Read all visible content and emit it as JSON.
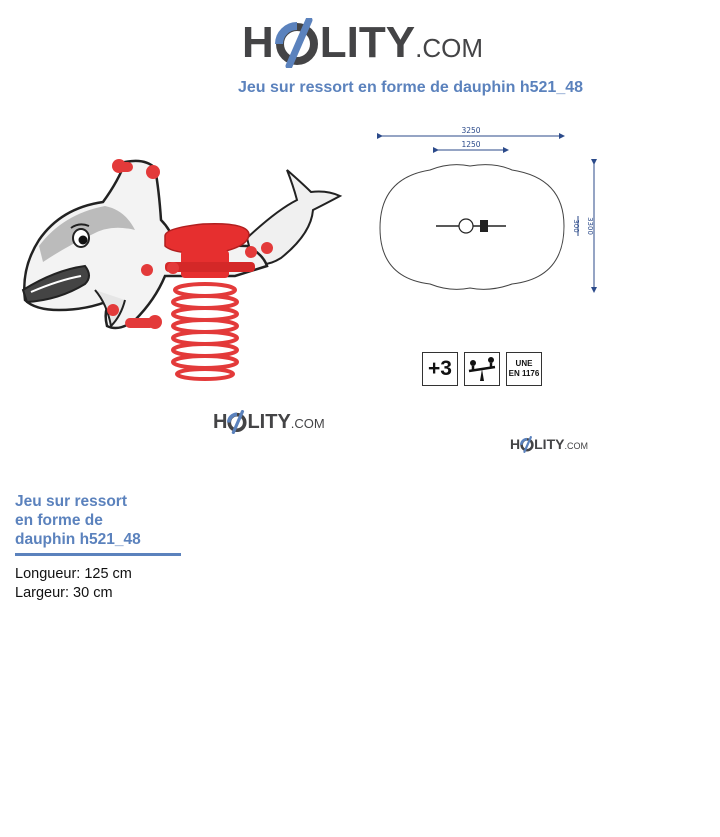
{
  "header": {
    "logo_left": "H",
    "logo_right": "LITY",
    "logo_tld": ".COM",
    "title": "Jeu sur ressort en forme de dauphin h521_48"
  },
  "diagram": {
    "width_outer": "3250",
    "width_inner": "1250",
    "height_inner": "300",
    "height_outer": "3300"
  },
  "badges": {
    "age": "+3",
    "standard_line1": "UNE",
    "standard_line2": "EN 1176"
  },
  "watermarks": {
    "left": "H",
    "right": "LITY",
    "tld": ".COM"
  },
  "sidebar": {
    "title_line1": "Jeu sur ressort",
    "title_line2": "en forme de",
    "title_line3": "dauphin h521_48",
    "specs": [
      "Longueur: 125 cm",
      "Largeur: 30 cm"
    ]
  }
}
